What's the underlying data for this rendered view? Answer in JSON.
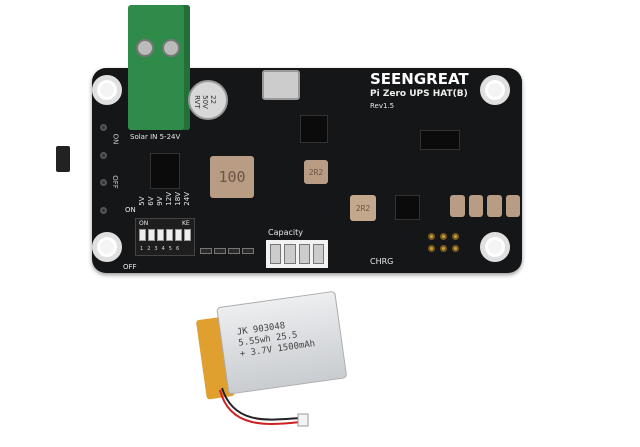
{
  "board": {
    "brand_logo": "SEENGREAT",
    "model": "Pi Zero UPS HAT(B)",
    "revision": "Rev1.5",
    "solar_label": "Solar IN 5-24V",
    "switch_on": "ON",
    "switch_off": "OFF",
    "dip_voltages": [
      "5V",
      "6V",
      "9V",
      "12V",
      "18V",
      "24V"
    ],
    "dip_on": "ON",
    "dip_ke": "KE",
    "dip_numbers": [
      "1",
      "2",
      "3",
      "4",
      "5",
      "6"
    ],
    "dip_left_on": "ON",
    "dip_left_off": "OFF",
    "inductor_main": "100",
    "inductor_2": "2R2",
    "inductor_3": "2R2",
    "capacitor": [
      "22",
      "50V",
      "RVT"
    ],
    "capacity_label": "Capacity",
    "chrg_label": "CHRG"
  },
  "battery": {
    "lines": [
      "JK 903048",
      "5.55wh 25.5",
      "+ 3.7V 1500mAh"
    ]
  },
  "colors": {
    "pcb": "#151617",
    "terminal": "#2e8b4a",
    "battery": "#d8dadd",
    "tape": "#e0a030"
  }
}
